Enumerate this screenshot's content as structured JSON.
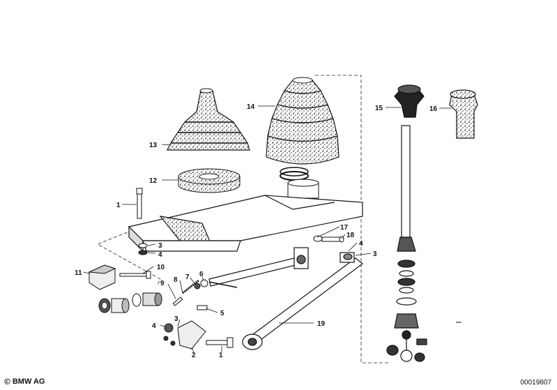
{
  "diagram": {
    "part_labels": {
      "p1a": "1",
      "p1b": "1",
      "p2": "2",
      "p3a": "3",
      "p3b": "3",
      "p3c": "3",
      "p4a": "4",
      "p4b": "4",
      "p4c": "4",
      "p5": "5",
      "p6": "6",
      "p7": "7",
      "p8": "8",
      "p9": "9",
      "p10": "10",
      "p11": "11",
      "p12": "12",
      "p13": "13",
      "p14": "14",
      "p15": "15",
      "p16": "16",
      "p17": "17",
      "p18": "18",
      "p19": "19"
    }
  },
  "footer": {
    "copyright_symbol": "©",
    "brand": "BMW AG",
    "diagram_number": "00019807"
  }
}
